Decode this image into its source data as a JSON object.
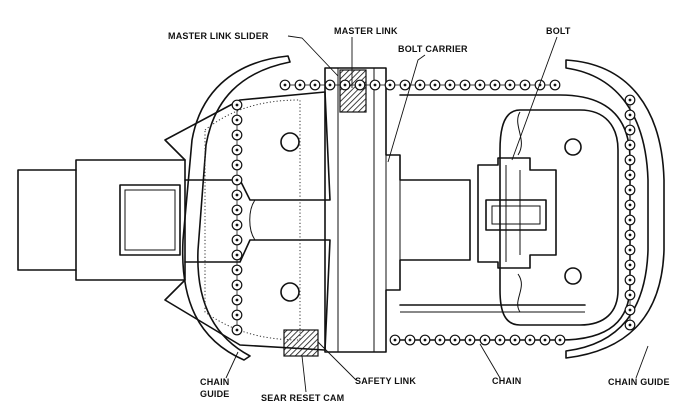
{
  "labels": {
    "master_link_slider": "MASTER LINK SLIDER",
    "master_link": "MASTER LINK",
    "bolt_carrier": "BOLT CARRIER",
    "bolt": "BOLT",
    "chain_guide_left_l1": "CHAIN",
    "chain_guide_left_l2": "GUIDE",
    "sear_reset_cam": "SEAR RESET CAM",
    "safety_link": "SAFETY LINK",
    "chain": "CHAIN",
    "chain_guide_right": "CHAIN GUIDE"
  }
}
